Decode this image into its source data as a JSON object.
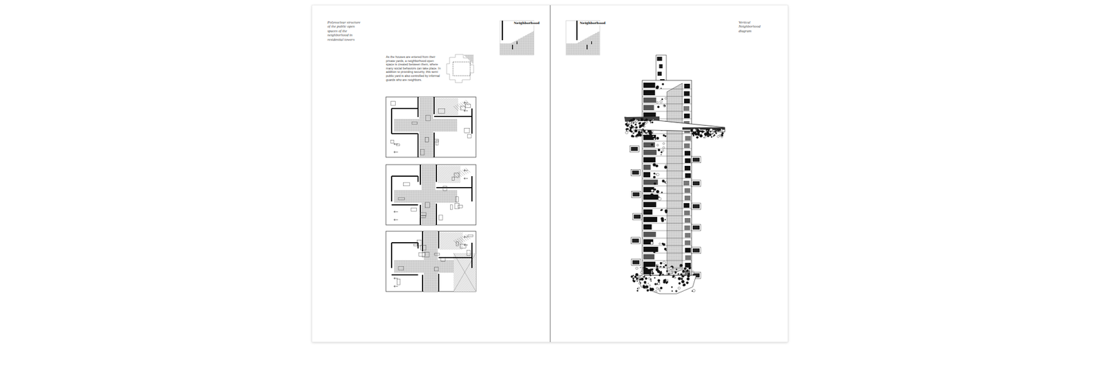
{
  "diagram": {
    "labels": [
      "Polynuclear structure of the public open spaces of the neighborhood in residential towers",
      "Neighborhood",
      "As the houses are entered from their private yards, a neighborhood open space is created between them, where many social behaviors can take place. In addition to providing security, this semi public yard is also controlled by informal guards who are neighbors.",
      "Neighborhood",
      "Vertical Neighborhood diagram"
    ]
  }
}
